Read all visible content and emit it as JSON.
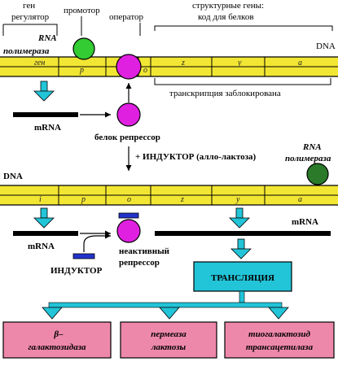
{
  "top": {
    "gene_regulator_line1": "ген",
    "gene_regulator_line2": "регулятор",
    "promoter": "промотор",
    "operator": "оператор",
    "structural_line1": "структурные гены:",
    "structural_line2": "код для белков"
  },
  "dna_label": "DNA",
  "rna_pol_line1": "RNA",
  "rna_pol_line2": "полимераза",
  "segments": [
    "ген",
    "р",
    "о",
    "z",
    "у",
    "а"
  ],
  "blocked": "транскрипция заблокирована",
  "mrna": "mRNA",
  "repressor_protein": "белок репрессор",
  "inducer_step": "+ ИНДУКТОР (алло-лактоза)",
  "segments2": [
    "i",
    "р",
    "о",
    "z",
    "у",
    "а"
  ],
  "inducer": "ИНДУКТОР",
  "inactive_line1": "неактивный",
  "inactive_line2": "репрессор",
  "translation": "ТРАНСЛЯЦИЯ",
  "products": [
    {
      "line1": "β–",
      "line2": "галактозидаза"
    },
    {
      "line1": "пермеаза",
      "line2": "лактозы"
    },
    {
      "line1": "тиогалактозид",
      "line2": "трансацетилаза"
    }
  ],
  "colors": {
    "dna": "#f2e634",
    "cyan": "#22c4d8",
    "repressor": "#e020e0",
    "polymerase1": "#33cc33",
    "polymerase2": "#2a7a2a",
    "inducer": "#2233cc",
    "product": "#ee88aa"
  }
}
